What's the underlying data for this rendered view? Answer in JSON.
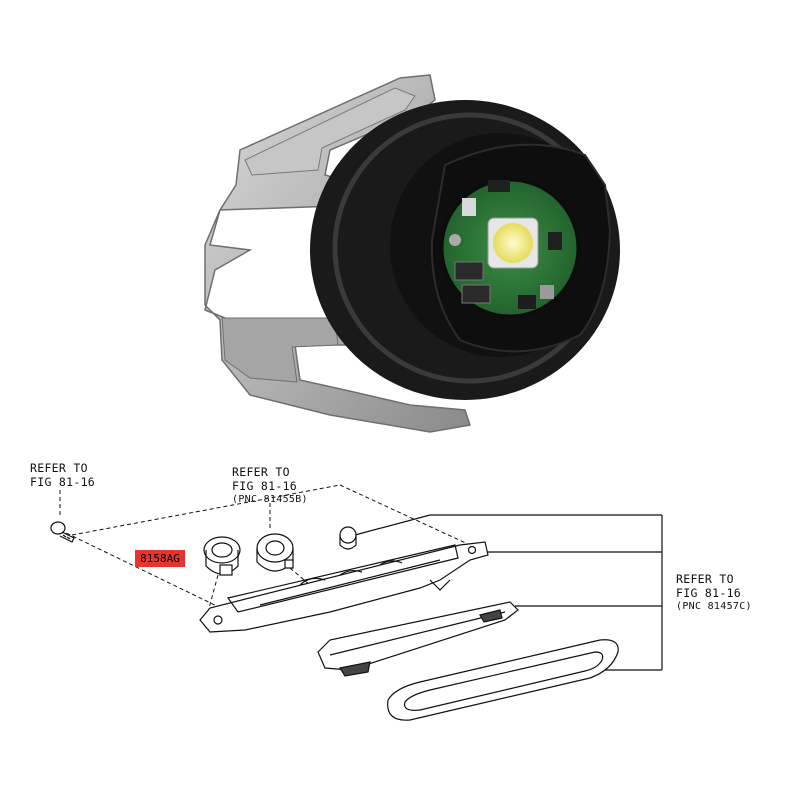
{
  "callouts": {
    "left_ref": {
      "line1": "REFER TO",
      "line2": "FIG 81-16"
    },
    "top_ref": {
      "line1": "REFER TO",
      "line2": "FIG 81-16",
      "line3": "(PNC 81455B)"
    },
    "right_ref": {
      "line1": "REFER TO",
      "line2": "FIG 81-16",
      "line3": "(PNC 81457C)"
    }
  },
  "part_label": {
    "text": "8158AG",
    "color": "#e8332e"
  },
  "colors": {
    "housing_metal": "#b9b9b9",
    "seal_black": "#161616",
    "pcb_green": "#2f7d3a",
    "led_yellow": "#f3ee86"
  }
}
